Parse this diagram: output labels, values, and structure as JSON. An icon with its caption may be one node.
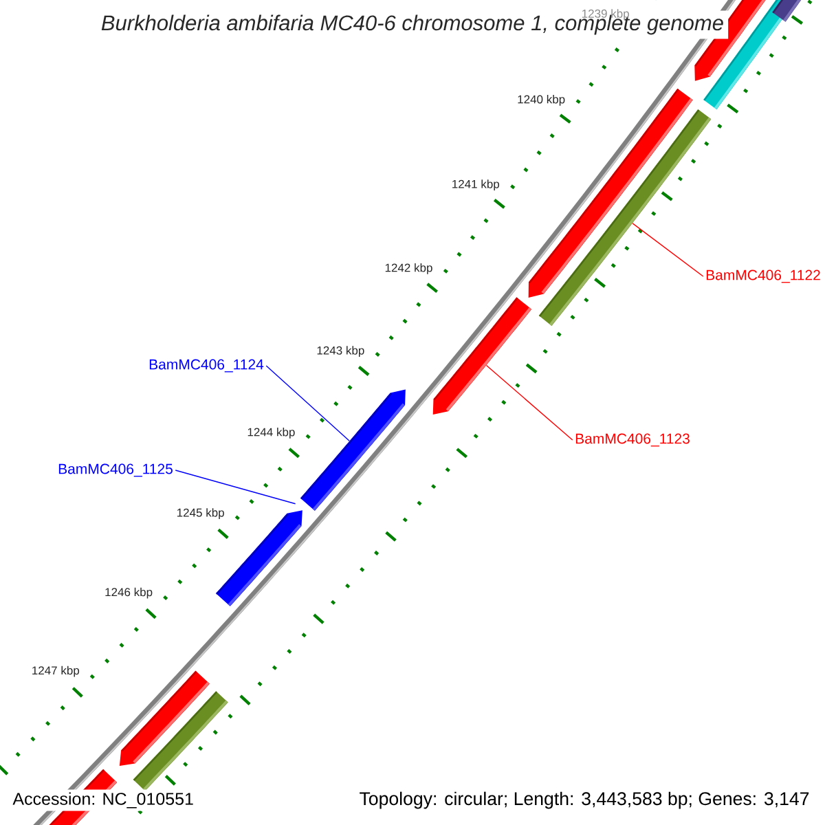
{
  "diagram": {
    "title": "Burkholderia ambifaria MC40-6 chromosome 1, complete genome",
    "nodes": [
      {
        "text": [
          "BamMC406_1124"
        ]
      },
      {
        "text": [],
        "shape": "bar"
      },
      {
        "text": [
          "BamMC406_1125"
        ]
      },
      {
        "text": [],
        "shape": "bar"
      },
      {
        "text": [
          "BamMC406_1122"
        ]
      },
      {
        "text": [],
        "shape": "bar"
      },
      {
        "text": [
          "BamMC406_1123"
        ]
      },
      {
        "text": [],
        "shape": "bar"
      }
    ],
    "edges": [
      {
        "from": 0,
        "to": 1,
        "arrow": "none",
        "color": "#0000ff"
      },
      {
        "from": 2,
        "to": 3,
        "arrow": "none",
        "color": "#0000ff"
      },
      {
        "from": 4,
        "to": 5,
        "arrow": "none",
        "color": "#ff0000"
      },
      {
        "from": 6,
        "to": 7,
        "arrow": "none",
        "color": "#ff0000"
      }
    ],
    "labels": [
      "1239 kbp",
      "1240 kbp",
      "1241 kbp",
      "1242 kbp",
      "1243 kbp",
      "1244 kbp",
      "1245 kbp",
      "1246 kbp",
      "1247 kbp",
      "Accession: NC_010551",
      "Topology: circular; Length: 3,443,583 bp; Genes: 3,147"
    ]
  }
}
